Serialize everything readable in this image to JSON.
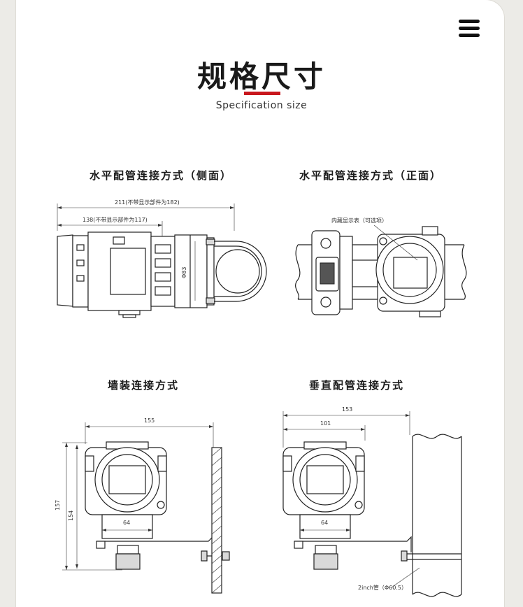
{
  "header": {
    "title": "规格尺寸",
    "subtitle": "Specification size",
    "menu_icon": "hamburger-menu-icon",
    "accent_color": "#c8171d"
  },
  "sections": [
    {
      "title": "水平配管连接方式（侧面）",
      "dims": {
        "overall": "211(不带显示部件为182)",
        "partial": "138(不带显示部件为117)",
        "pipe": "Φ83"
      }
    },
    {
      "title": "水平配管连接方式（正面）",
      "dims": {
        "display_note": "内藏显示表（可选项）"
      }
    },
    {
      "title": "墙装连接方式",
      "dims": {
        "width": "155",
        "height_outer": "157",
        "height_inner": "154",
        "base": "64"
      }
    },
    {
      "title": "垂直配管连接方式",
      "dims": {
        "width_outer": "153",
        "width_inner": "101",
        "base": "64",
        "pipe_note": "2inch管（Φ60.5）"
      }
    }
  ]
}
